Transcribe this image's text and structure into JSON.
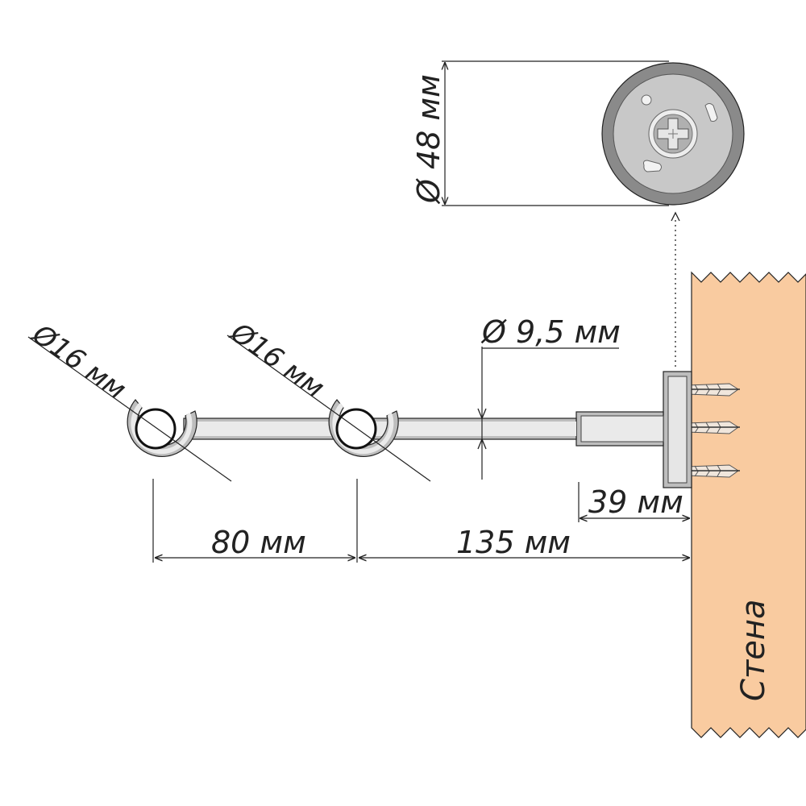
{
  "labels": {
    "flange_diameter": "Ø 48 мм",
    "rod_diameter": "Ø 9,5 мм",
    "ring1_diameter": "Ø16 мм",
    "ring2_diameter": "Ø16 мм",
    "ring_spacing": "80 мм",
    "rod_length": "135 мм",
    "base_length": "39 мм",
    "wall": "Стена"
  },
  "colors": {
    "wall_fill": "#f9cba0",
    "metal_fill": "#eaeaea",
    "flange_outer": "#8a8a8a",
    "flange_inner": "#c8c8c8",
    "line": "#222222"
  },
  "icons": {
    "screw": "phillips-screw-icon",
    "dowel": "wall-plug-icon"
  }
}
